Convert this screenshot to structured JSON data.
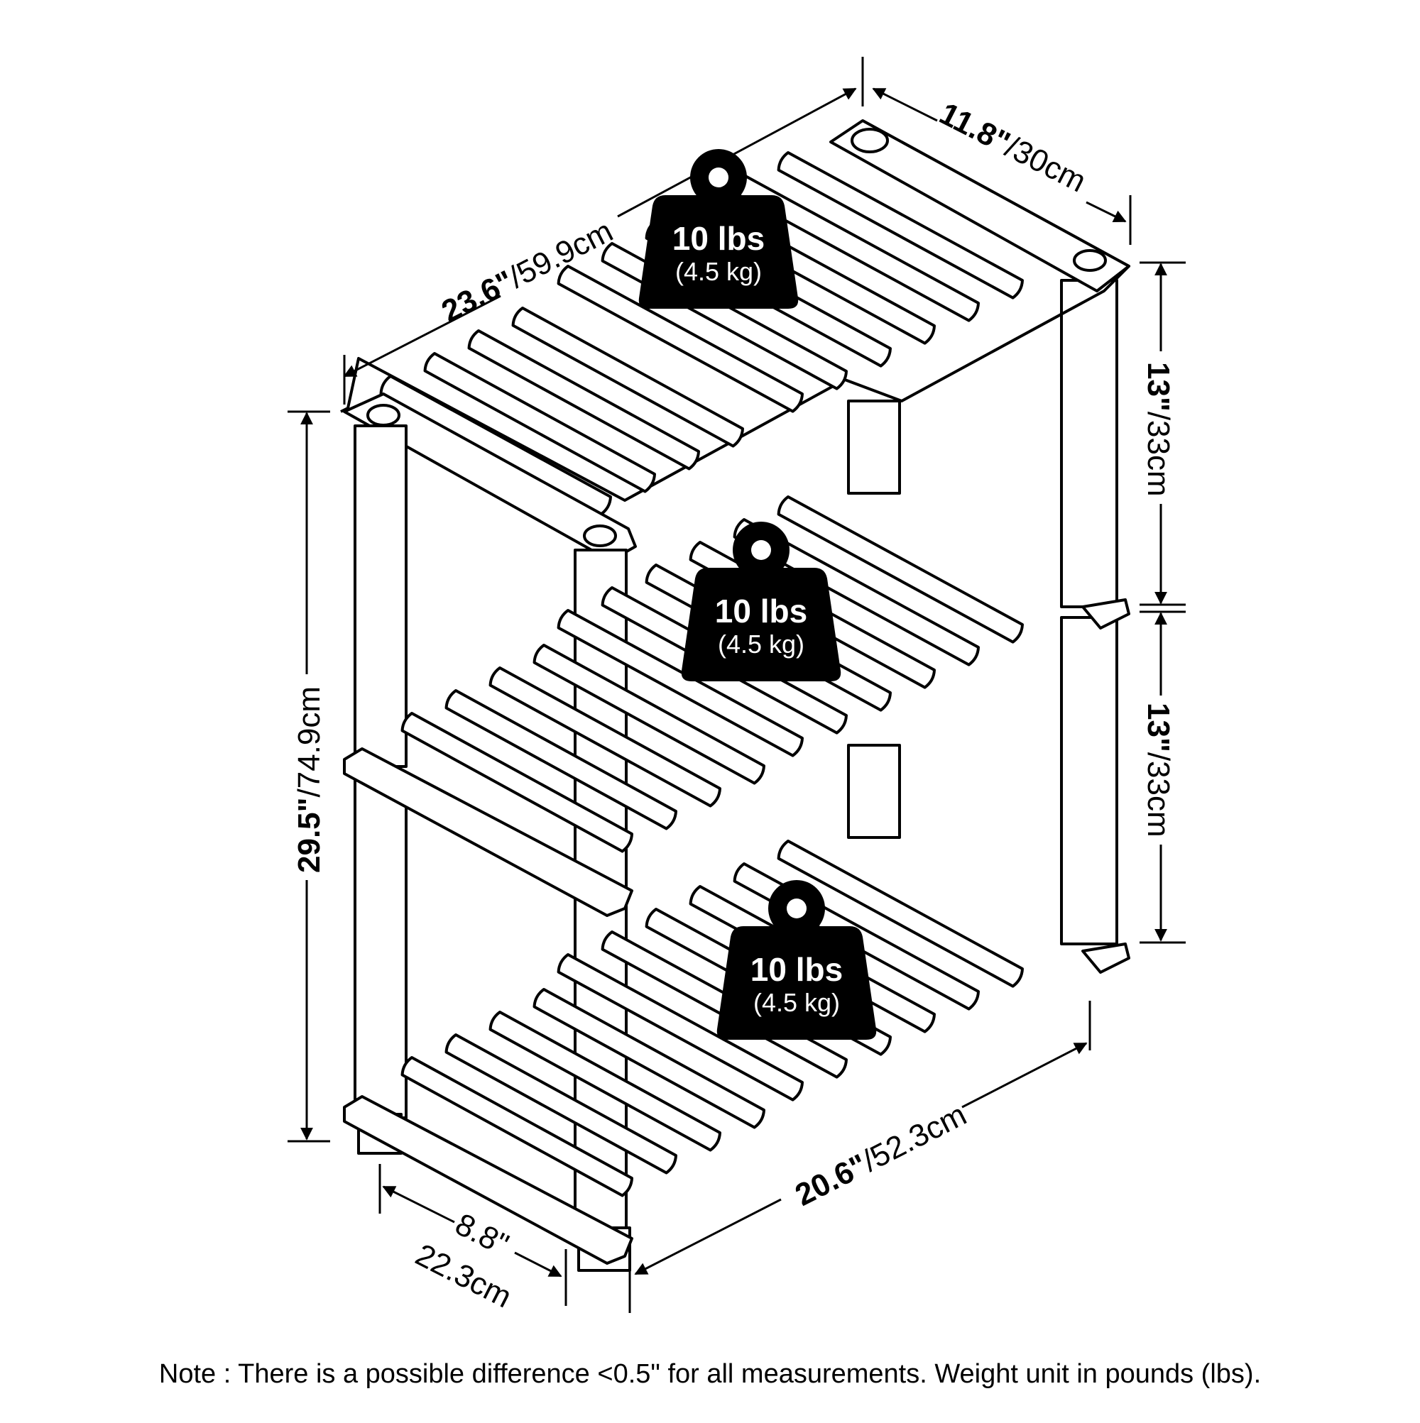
{
  "dimensions": {
    "top_length": {
      "imperial": "23.6\"",
      "metric": "/59.9cm"
    },
    "top_depth": {
      "imperial": "11.8\"",
      "metric": "/30cm"
    },
    "shelf_gap_upper": {
      "imperial": "13\"",
      "metric": "/33cm"
    },
    "shelf_gap_lower": {
      "imperial": "13\"",
      "metric": "/33cm"
    },
    "total_height": {
      "imperial": "29.5\"",
      "metric": "/74.9cm"
    },
    "bottom_depth": {
      "imperial": "8.8\"",
      "metric": "22.3cm"
    },
    "bottom_length": {
      "imperial": "20.6\"",
      "metric": "/52.3cm"
    }
  },
  "weights": [
    {
      "lbs": "10 lbs",
      "kg": "(4.5 kg)"
    },
    {
      "lbs": "10 lbs",
      "kg": "(4.5 kg)"
    },
    {
      "lbs": "10 lbs",
      "kg": "(4.5 kg)"
    }
  ],
  "note": "Note : There is a possible difference <0.5\" for all measurements. Weight unit in pounds (lbs)."
}
